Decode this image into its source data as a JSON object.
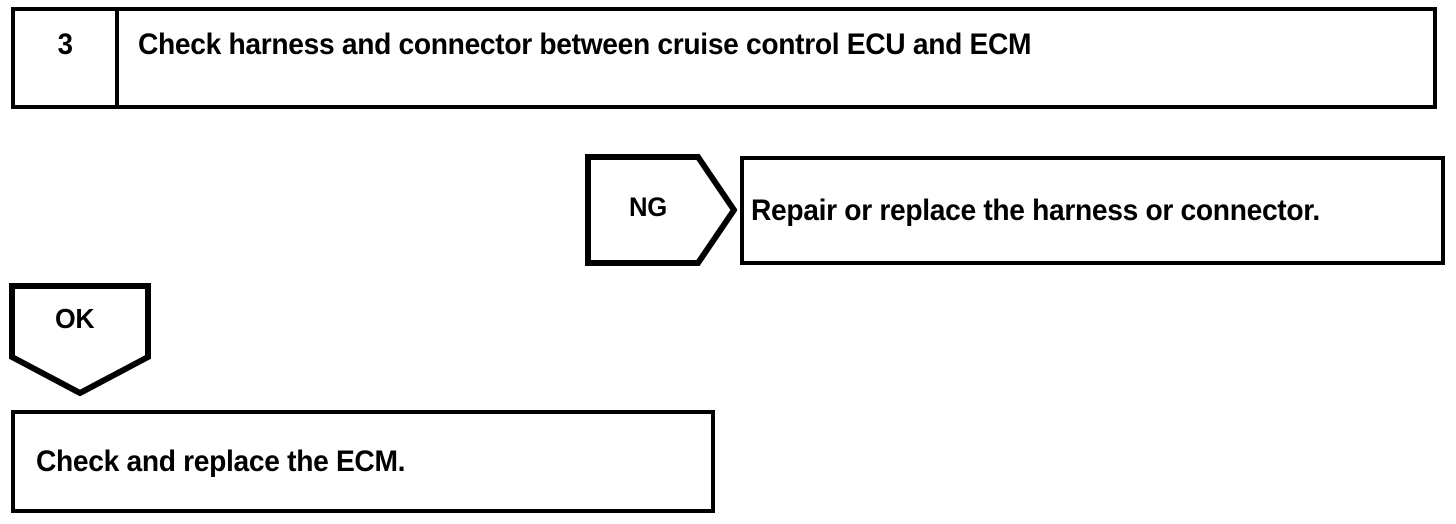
{
  "diagram": {
    "type": "troubleshooting-flowchart",
    "colors": {
      "ink": "#000000",
      "paper": "#ffffff"
    },
    "step": {
      "number": "3",
      "title": "Check harness and connector between cruise control ECU and ECM"
    },
    "branches": [
      {
        "key": "ng",
        "label": "NG",
        "direction": "right",
        "result": "Repair or replace the harness or connector."
      },
      {
        "key": "ok",
        "label": "OK",
        "direction": "down",
        "result": "Check and replace the ECM."
      }
    ],
    "ng_branch": {
      "label": "NG",
      "result": "Repair or replace the harness or connector."
    },
    "ok_branch": {
      "label": "OK",
      "result": "Check and replace the ECM."
    }
  }
}
